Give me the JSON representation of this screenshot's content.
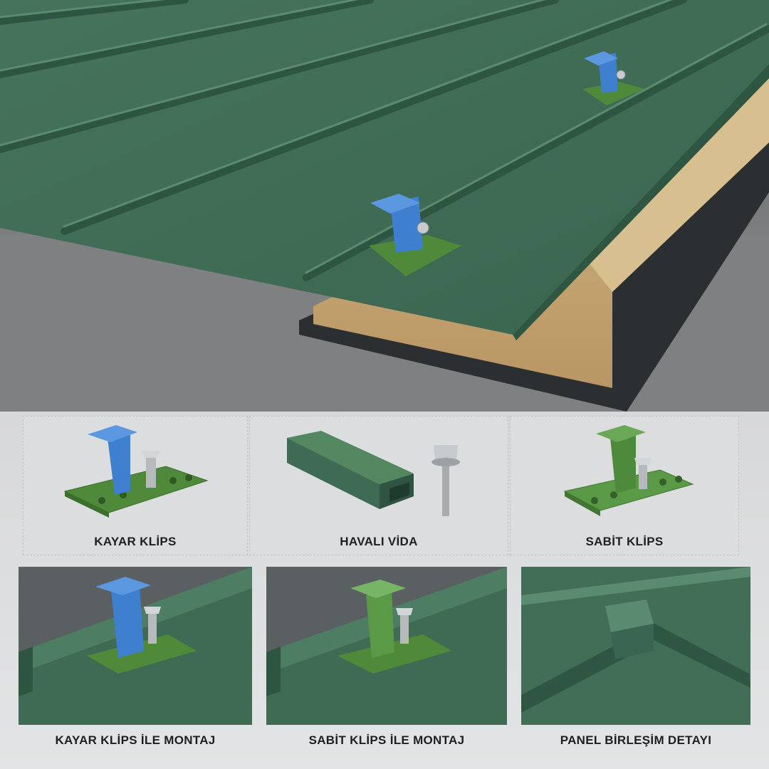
{
  "parts": [
    {
      "label": "KAYAR KLİPS",
      "icon": "sliding-clip-icon"
    },
    {
      "label": "HAVALI VİDA",
      "icon": "profile-and-screw-icon"
    },
    {
      "label": "SABİT KLİPS",
      "icon": "fixed-clip-icon"
    }
  ],
  "details": [
    {
      "caption": "KAYAR KLİPS İLE MONTAJ"
    },
    {
      "caption": "SABİT KLİPS İLE MONTAJ"
    },
    {
      "caption": "PANEL BİRLEŞİM DETAYI"
    }
  ],
  "colors": {
    "panel_green": "#3f6b54",
    "clip_blue": "#3f7fd0",
    "clip_green": "#4e8a3c",
    "insulation": "#c8ab78"
  }
}
